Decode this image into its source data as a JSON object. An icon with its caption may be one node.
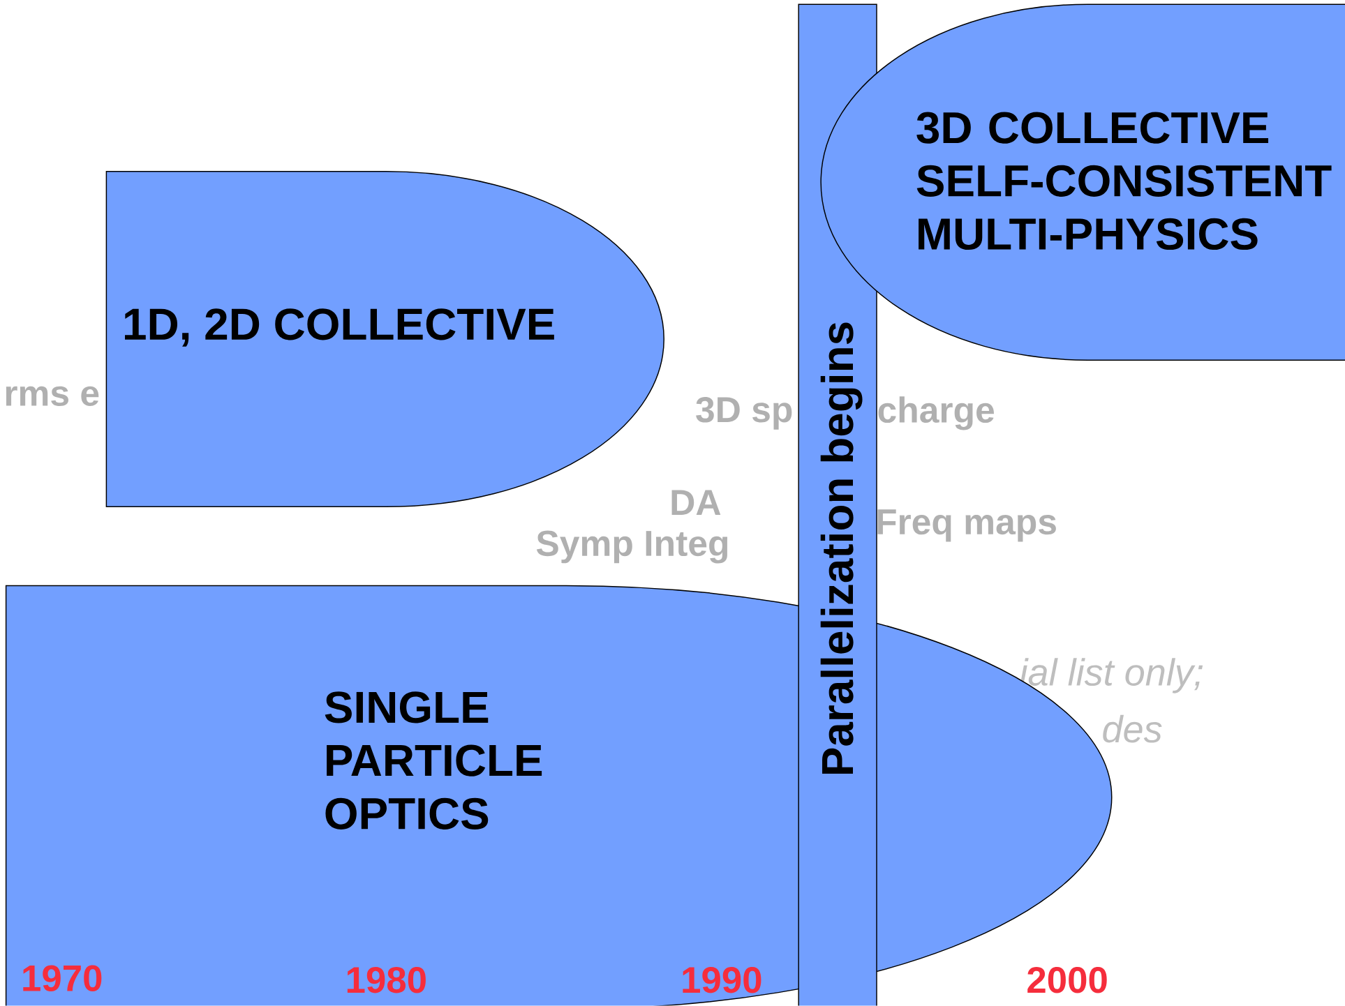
{
  "diagram": {
    "nodes": [
      {
        "text": [
          "1D, 2D COLLECTIVE"
        ]
      },
      {
        "text": [
          "SINGLE PARTICLE OPTICS"
        ]
      },
      {
        "text": [
          "Parallelization begins"
        ]
      },
      {
        "text": [
          "3D COLLECTIVE SELF-CONSISTENT MULTI-PHYSICS"
        ]
      }
    ],
    "labels": [
      "rms e",
      "3D sp",
      "charge",
      "DA",
      "Freq maps",
      "Symp Integ",
      "ial list only;",
      "des",
      "1970",
      "1980",
      "1990",
      "2000"
    ]
  }
}
